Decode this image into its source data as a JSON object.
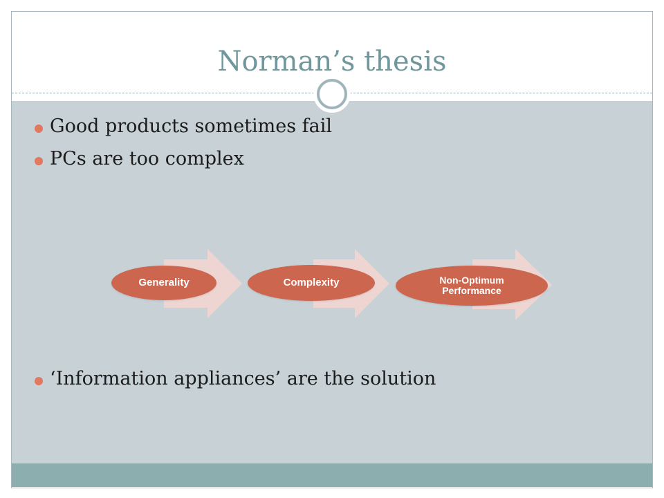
{
  "slide": {
    "title": "Norman’s thesis",
    "bullets": [
      "Good products sometimes fail",
      "PCs are too complex",
      "‘Information appliances’ are the solution"
    ]
  },
  "diagram": {
    "nodes": [
      {
        "label": "Generality"
      },
      {
        "label": "Complexity"
      },
      {
        "label": "Non-Optimum Performance"
      }
    ],
    "node_color": "#cd6650",
    "arrow_color": "#efd5d2"
  },
  "colors": {
    "title": "#6f979c",
    "body_background": "#c7d1d6",
    "footer_bar": "#8daeaf",
    "bullet_dot": "#e07a5f"
  }
}
